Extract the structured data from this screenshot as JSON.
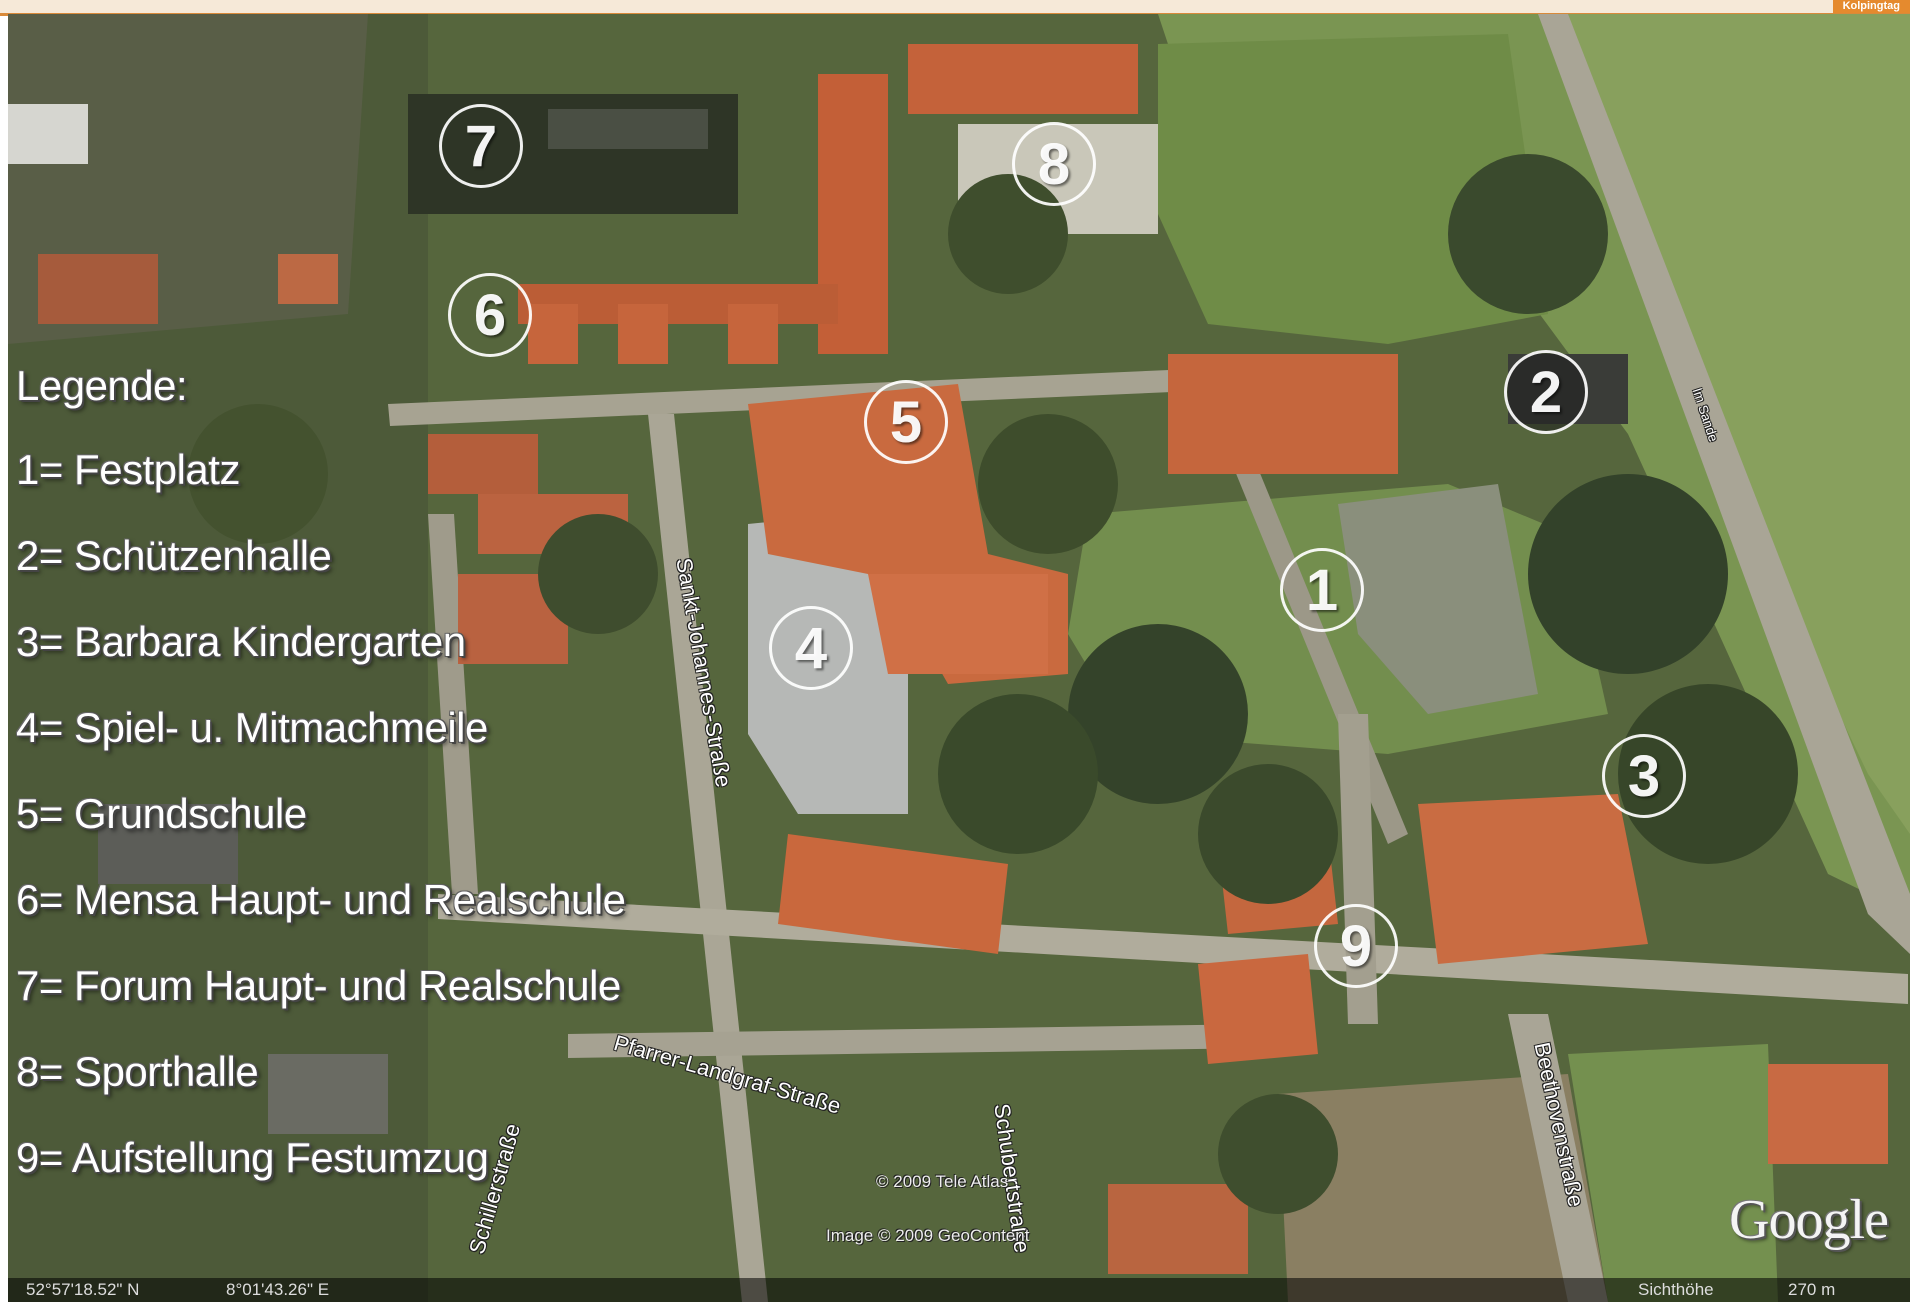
{
  "top_tag": "Kolpingtag",
  "legend": {
    "title": "Legende:",
    "items": [
      "1= Festplatz",
      "2= Schützenhalle",
      "3= Barbara Kindergarten",
      "4= Spiel- u. Mitmachmeile",
      "5= Grundschule",
      "6= Mensa Haupt- und Realschule",
      "7= Forum Haupt- und Realschule",
      "8= Sporthalle",
      "9= Aufstellung Festumzug"
    ]
  },
  "markers": [
    "1",
    "2",
    "3",
    "4",
    "5",
    "6",
    "7",
    "8",
    "9"
  ],
  "streets": {
    "sankt_johannes": "Sankt-Johannes-Straße",
    "pfarrer_landgraf": "Pfarrer-Landgraf-Straße",
    "schubert": "Schubertstraße",
    "beethoven": "Beethovenstraße",
    "schiller": "Schillerstraße",
    "right_road": "Im Sande"
  },
  "credits": {
    "tele_atlas": "© 2009 Tele Atlas",
    "image": "Image © 2009 GeoContent",
    "google": "Google"
  },
  "statusbar": {
    "lat": "52°57'18.52\" N",
    "lon": "8°01'43.26\" E",
    "eye_alt_label": "Sichthöhe",
    "eye_alt_value": "270 m"
  },
  "colors": {
    "roof": "#c8643a",
    "grass": "#6f8a4c",
    "field": "#7f9a58",
    "road": "#b9b5a8",
    "marker": "#ffffff",
    "accent": "#d98a3a"
  }
}
